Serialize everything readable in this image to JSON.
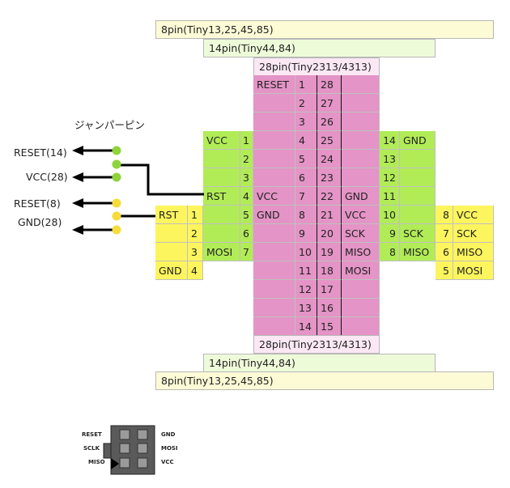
{
  "packages": {
    "pin8_label": "8pin(Tiny13,25,45,85)",
    "pin14_label": "14pin(Tiny44,84)",
    "pin28_label": "28pin(Tiny2313/4313)"
  },
  "jumper": {
    "title": "ジャンパーピン",
    "labels": [
      "RESET(14)",
      "VCC(28)",
      "RESET(8)",
      "GND(28)"
    ]
  },
  "pin28": {
    "rows": [
      {
        "left": "RESET",
        "n1": "1",
        "n2": "28",
        "right": ""
      },
      {
        "left": "",
        "n1": "2",
        "n2": "27",
        "right": ""
      },
      {
        "left": "",
        "n1": "3",
        "n2": "26",
        "right": ""
      },
      {
        "left": "",
        "n1": "4",
        "n2": "25",
        "right": ""
      },
      {
        "left": "",
        "n1": "5",
        "n2": "24",
        "right": ""
      },
      {
        "left": "",
        "n1": "6",
        "n2": "23",
        "right": ""
      },
      {
        "left": "VCC",
        "n1": "7",
        "n2": "22",
        "right": "GND"
      },
      {
        "left": "GND",
        "n1": "8",
        "n2": "21",
        "right": "VCC"
      },
      {
        "left": "",
        "n1": "9",
        "n2": "20",
        "right": "SCK"
      },
      {
        "left": "",
        "n1": "10",
        "n2": "19",
        "right": "MISO"
      },
      {
        "left": "",
        "n1": "11",
        "n2": "18",
        "right": "MOSI"
      },
      {
        "left": "",
        "n1": "12",
        "n2": "17",
        "right": ""
      },
      {
        "left": "",
        "n1": "13",
        "n2": "16",
        "right": ""
      },
      {
        "left": "",
        "n1": "14",
        "n2": "15",
        "right": ""
      }
    ]
  },
  "pin14": {
    "left": [
      {
        "name": "VCC",
        "num": "1"
      },
      {
        "name": "",
        "num": "2"
      },
      {
        "name": "",
        "num": "3"
      },
      {
        "name": "RST",
        "num": "4"
      },
      {
        "name": "",
        "num": "5"
      },
      {
        "name": "",
        "num": "6"
      },
      {
        "name": "MOSI",
        "num": "7"
      }
    ],
    "right": [
      {
        "num": "14",
        "name": "GND"
      },
      {
        "num": "13",
        "name": ""
      },
      {
        "num": "12",
        "name": ""
      },
      {
        "num": "11",
        "name": ""
      },
      {
        "num": "10",
        "name": ""
      },
      {
        "num": "9",
        "name": "SCK"
      },
      {
        "num": "8",
        "name": "MISO"
      }
    ]
  },
  "pin8": {
    "left": [
      {
        "name": "RST",
        "num": "1"
      },
      {
        "name": "",
        "num": "2"
      },
      {
        "name": "",
        "num": "3"
      },
      {
        "name": "GND",
        "num": "4"
      }
    ],
    "right": [
      {
        "num": "8",
        "name": "VCC"
      },
      {
        "num": "7",
        "name": "SCK"
      },
      {
        "num": "6",
        "name": "MISO"
      },
      {
        "num": "5",
        "name": "MOSI"
      }
    ]
  },
  "isp_connector": {
    "left_labels": [
      "RESET",
      "SCLK",
      "MISO"
    ],
    "right_labels": [
      "GND",
      "MOSI",
      "VCC"
    ]
  },
  "colors": {
    "pin28_body": "#e494c6",
    "pin14_body": "#b1ec57",
    "pin8_body": "#fdf55d",
    "jumper_green": "#8ed43a",
    "jumper_yellow": "#f5dc3a"
  }
}
